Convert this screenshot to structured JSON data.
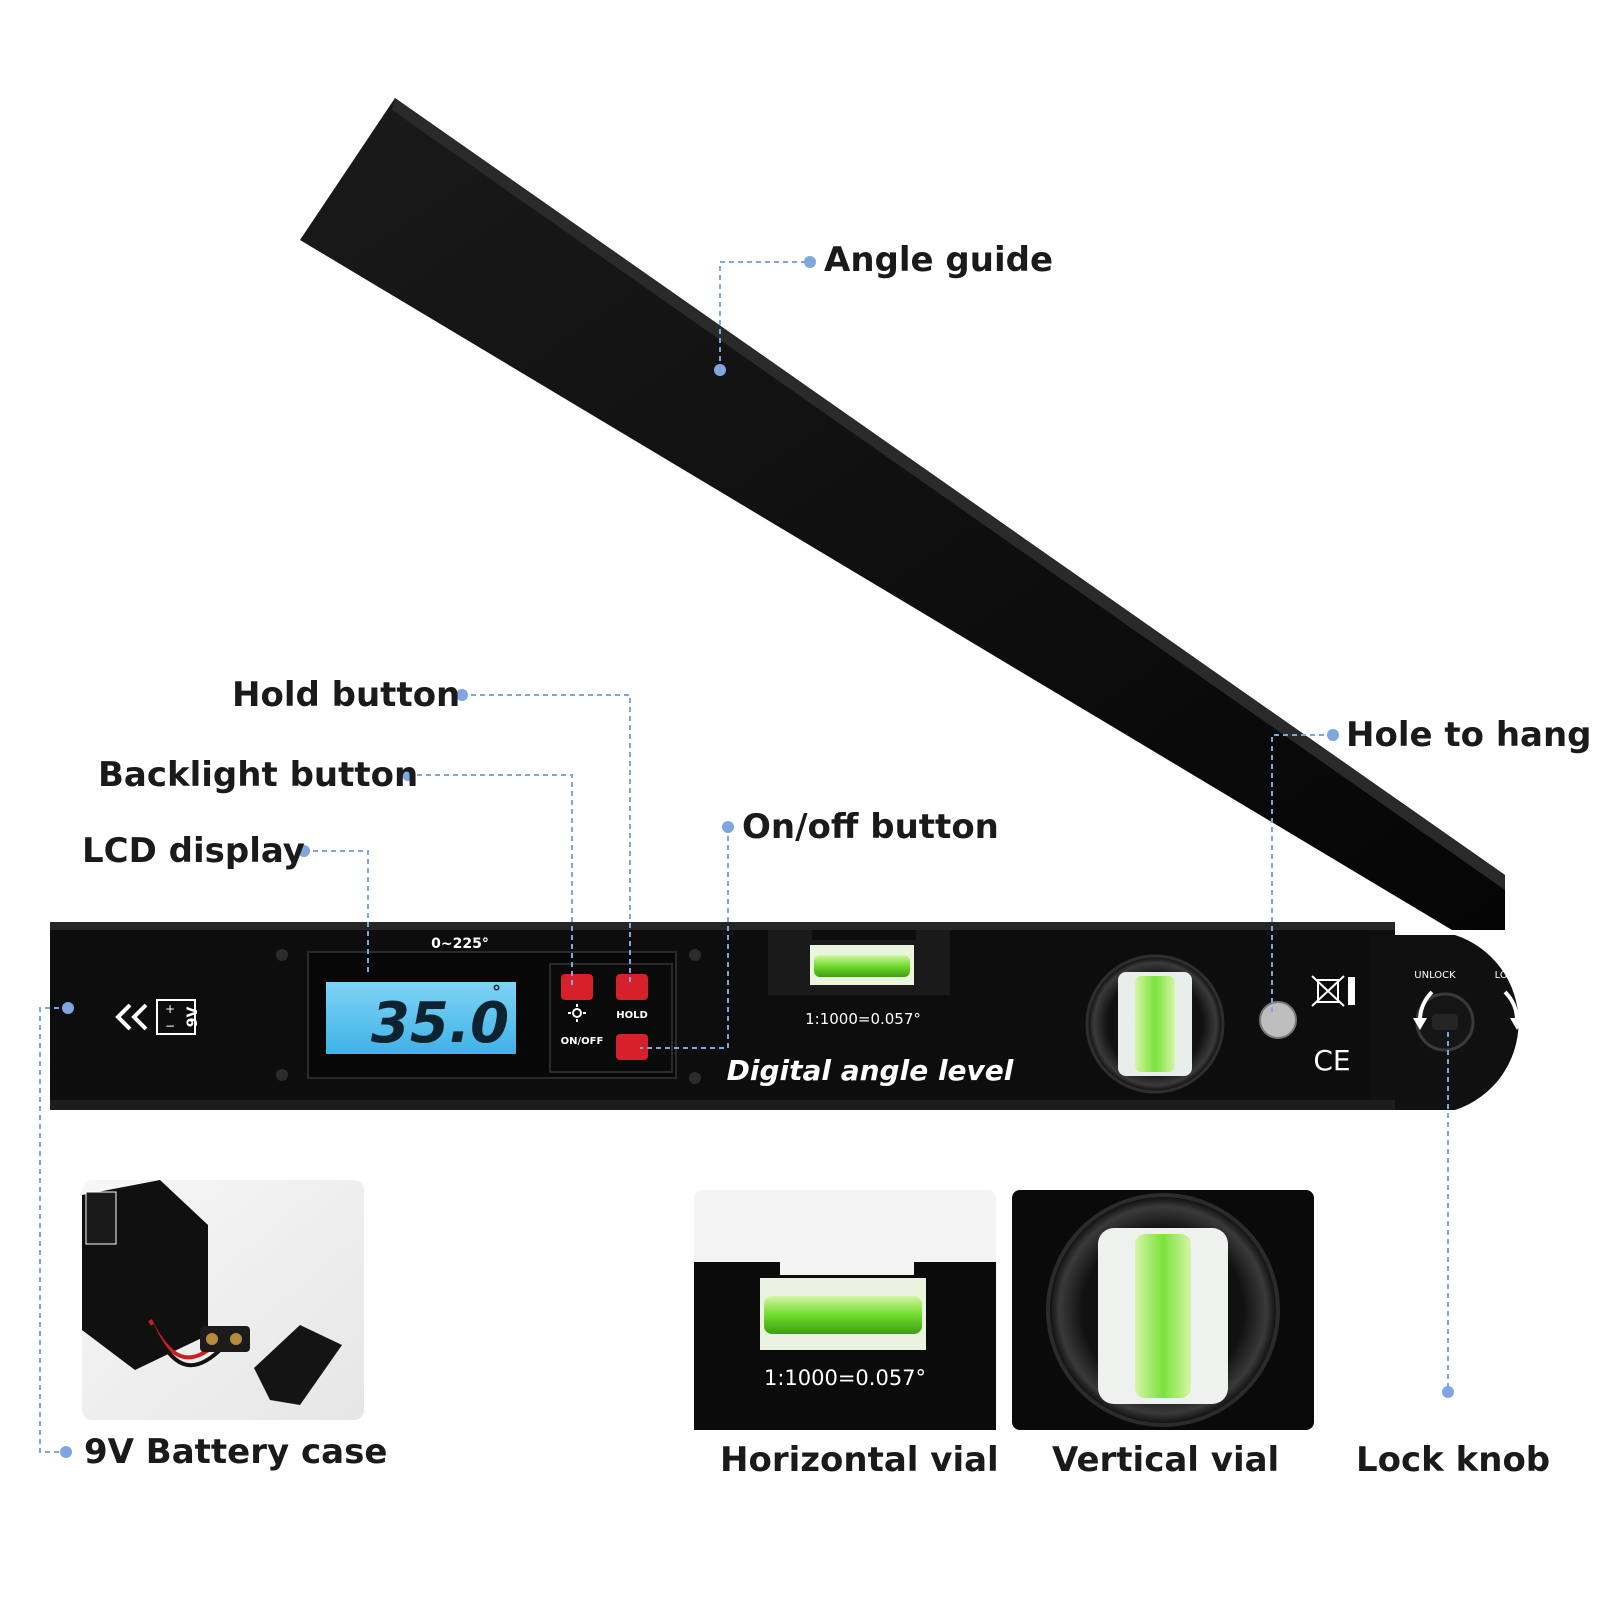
{
  "callouts": {
    "angle_guide": "Angle guide",
    "hold_button": "Hold button",
    "backlight_button": "Backlight button",
    "lcd_display": "LCD display",
    "on_off_button": "On/off button",
    "hole_to_hang": "Hole to hang",
    "battery_case": "9V Battery case",
    "horizontal_vial": "Horizontal vial",
    "vertical_vial": "Vertical vial",
    "lock_knob": "Lock knob"
  },
  "device": {
    "range_label": "0~225°",
    "lcd_reading": "35.0",
    "lcd_degree": "°",
    "hold_key_label": "HOLD",
    "onoff_key_label": "ON/OFF",
    "battery_mark": "9V",
    "battery_plus": "+",
    "battery_minus": "−",
    "vial_spec": "1:1000=0.057°",
    "product_name": "Digital angle level",
    "unlock_label": "UNLOCK",
    "lock_label": "LOCK",
    "ce_mark": "CE"
  },
  "insets": {
    "horizontal_vial_spec": "1:1000=0.057°"
  },
  "colors": {
    "body": "#0c0c0c",
    "lcd": "#5ec8f0",
    "button_red": "#d8202a",
    "vial_green": "#7ae33a",
    "callout_line": "#7fa6e0",
    "callout_dot": "#7fa6e0",
    "label_text": "#1a1a1a"
  },
  "icons": [
    "chevron-double-left-icon",
    "battery-icon",
    "sun-icon",
    "weee-bin-icon",
    "ce-mark-icon",
    "rotate-arrow-icon"
  ]
}
